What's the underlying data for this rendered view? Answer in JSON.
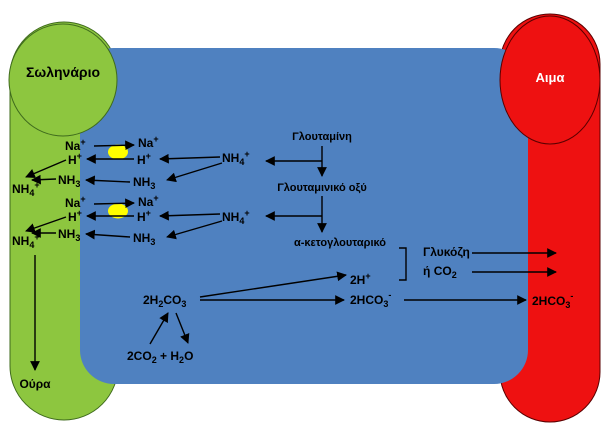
{
  "regions": {
    "tubule": {
      "label": "Σωληνάριο",
      "color": "#8dc63f",
      "outline": "#3f6b1d"
    },
    "cell": {
      "color": "#4f81c0"
    },
    "blood": {
      "label": "Αιμα",
      "color": "#ee1111",
      "outline": "#5a0000"
    }
  },
  "transporter_color": "#ffff00",
  "labels": {
    "glutamine": "Γλουταμίνη",
    "glutamate": "Γλουταμινικό οξύ",
    "alpha_ketoglutarate": "α-κετογλουταρικό",
    "glucose": "Γλυκόζη",
    "or": "ή",
    "co2": "CO",
    "co2_sub": "2",
    "urine": "Ούρα",
    "na": "Na",
    "h": "H",
    "plus": "+",
    "nh": "NH",
    "three": "3",
    "four": "4",
    "two_h_plus": "2H",
    "two_h2co3_a": "2H",
    "two_h2co3_b": "CO",
    "two_h2co3_sub1": "2",
    "two_h2co3_sub2": "3",
    "two_hco3": "2HCO",
    "minus": "-",
    "water_eq_a": "2CO",
    "water_eq_b": " + H",
    "water_eq_c": "O"
  }
}
